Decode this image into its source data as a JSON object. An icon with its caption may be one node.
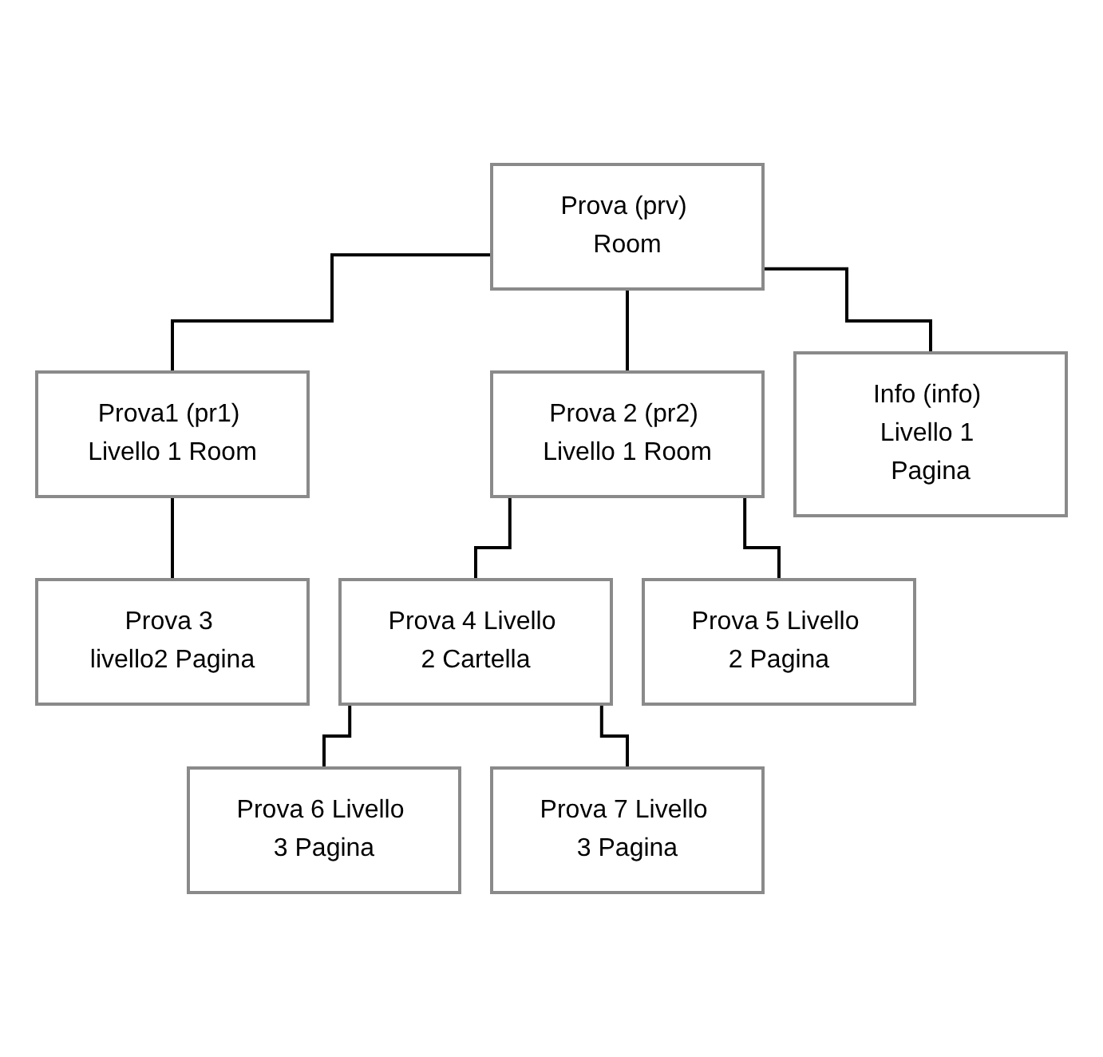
{
  "diagram": {
    "nodes": [
      {
        "text": [
          "Prova (prv) Room"
        ]
      },
      {
        "text": [
          "Prova1 (pr1) Livello 1 Room"
        ]
      },
      {
        "text": [
          "Prova 2 (pr2) Livello 1 Room"
        ]
      },
      {
        "text": [
          "Info (info) Livello 1 Pagina"
        ]
      },
      {
        "text": [
          "Prova 3 livello2 Pagina"
        ]
      },
      {
        "text": [
          "Prova 4 Livello 2 Cartella"
        ]
      },
      {
        "text": [
          "Prova 5 Livello 2 Pagina"
        ]
      },
      {
        "text": [
          "Prova 6 Livello 3 Pagina"
        ]
      },
      {
        "text": [
          "Prova 7 Livello 3 Pagina"
        ]
      }
    ],
    "edges": [
      {
        "from": 0,
        "to": 1,
        "arrow": "none"
      },
      {
        "from": 0,
        "to": 2,
        "arrow": "none"
      },
      {
        "from": 0,
        "to": 3,
        "arrow": "none"
      },
      {
        "from": 1,
        "to": 4,
        "arrow": "none"
      },
      {
        "from": 2,
        "to": 5,
        "arrow": "none"
      },
      {
        "from": 2,
        "to": 6,
        "arrow": "none"
      },
      {
        "from": 5,
        "to": 7,
        "arrow": "none"
      },
      {
        "from": 5,
        "to": 8,
        "arrow": "none"
      }
    ]
  }
}
